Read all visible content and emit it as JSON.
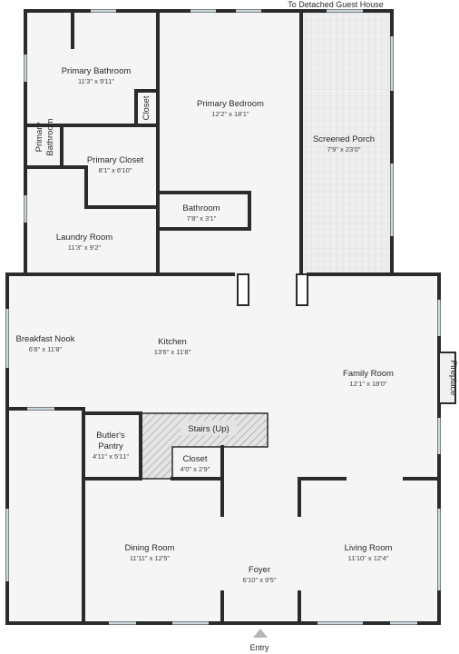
{
  "rooms": {
    "primary_bathroom": {
      "name": "Primary Bathroom",
      "dims": "11'3\" x 9'11\""
    },
    "primary_bedroom": {
      "name": "Primary Bedroom",
      "dims": "12'2\" x 18'1\""
    },
    "closet_upper": {
      "name": "Closet"
    },
    "primary_bathroom_2": {
      "name_line1": "Primary",
      "name_line2": "Bathroom"
    },
    "primary_closet": {
      "name": "Primary Closet",
      "dims": "8'1\" x 6'10\""
    },
    "screened_porch": {
      "name": "Screened Porch",
      "dims": "7'9\" x 23'0\""
    },
    "bathroom": {
      "name": "Bathroom",
      "dims": "7'8\" x 3'1\""
    },
    "laundry_room": {
      "name": "Laundry Room",
      "dims": "11'3\" x 9'2\""
    },
    "breakfast_nook": {
      "name": "Breakfast Nook",
      "dims": "6'8\" x 11'8\""
    },
    "kitchen": {
      "name": "Kitchen",
      "dims": "13'6\" x 11'8\""
    },
    "family_room": {
      "name": "Family Room",
      "dims": "12'1\" x 18'0\""
    },
    "fireplace": {
      "name": "Fireplace"
    },
    "stairs": {
      "name": "Stairs (Up)"
    },
    "butlers_pantry": {
      "name_line1": "Butler's",
      "name_line2": "Pantry",
      "dims": "4'11\" x 5'11\""
    },
    "closet_lower": {
      "name": "Closet",
      "dims": "4'0\" x 2'9\""
    },
    "dining_room": {
      "name": "Dining Room",
      "dims": "11'11\" x 12'5\""
    },
    "foyer": {
      "name": "Foyer",
      "dims": "6'10\" x 9'5\""
    },
    "living_room": {
      "name": "Living Room",
      "dims": "11'10\" x 12'4\""
    }
  },
  "labels": {
    "guest_house": "To Detached Guest House",
    "entry": "Entry"
  },
  "colors": {
    "wall": "#2b2b2b",
    "floor": "#f5f5f5",
    "porch": "#e9e9e9",
    "window": "#c9d6dc"
  }
}
